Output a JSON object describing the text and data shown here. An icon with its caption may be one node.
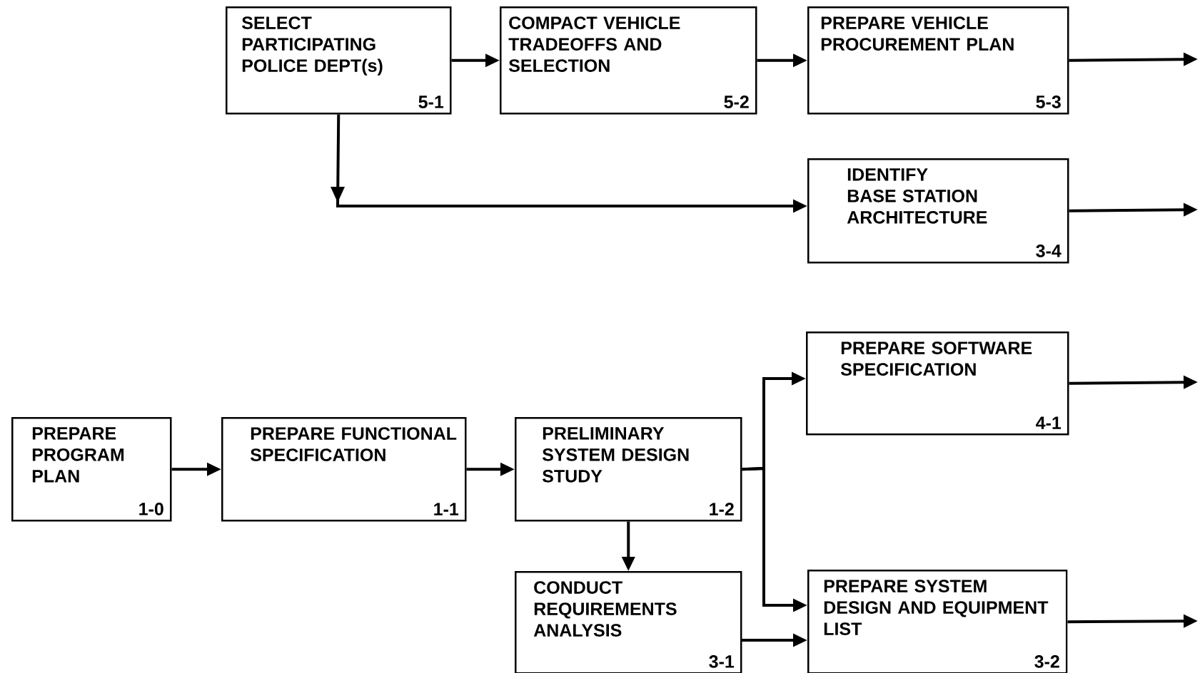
{
  "diagram": {
    "nodes": [
      {
        "text": [
          "SELECT PARTICIPATING POLICE DEPT(s)",
          "5-1"
        ]
      },
      {
        "text": [
          "COMPACT VEHICLE TRADEOFFS AND SELECTION",
          "5-2"
        ]
      },
      {
        "text": [
          "PREPARE VEHICLE PROCUREMENT PLAN",
          "5-3"
        ]
      },
      {
        "text": [
          "IDENTIFY BASE STATION ARCHITECTURE",
          "3-4"
        ]
      },
      {
        "text": [
          "PREPARE SOFTWARE SPECIFICATION",
          "4-1"
        ]
      },
      {
        "text": [
          "PREPARE PROGRAM PLAN",
          "1-0"
        ]
      },
      {
        "text": [
          "PREPARE FUNCTIONAL SPECIFICATION",
          "1-1"
        ]
      },
      {
        "text": [
          "PRELIMINARY SYSTEM DESIGN STUDY",
          "1-2"
        ]
      },
      {
        "text": [
          "CONDUCT REQUIREMENTS ANALYSIS",
          "3-1"
        ]
      },
      {
        "text": [
          "PREPARE SYSTEM DESIGN AND EQUIPMENT LIST",
          "3-2"
        ]
      }
    ],
    "edges": [
      {
        "from": 0,
        "to": 1,
        "arrow": "to"
      },
      {
        "from": 1,
        "to": 2,
        "arrow": "to"
      },
      {
        "from": 2,
        "to": null,
        "arrow": "to"
      },
      {
        "from": 0,
        "to": 3,
        "arrow": "to"
      },
      {
        "from": 3,
        "to": null,
        "arrow": "to"
      },
      {
        "from": 5,
        "to": 6,
        "arrow": "to"
      },
      {
        "from": 6,
        "to": 7,
        "arrow": "to"
      },
      {
        "from": 7,
        "to": 4,
        "arrow": "to"
      },
      {
        "from": 7,
        "to": 9,
        "arrow": "to"
      },
      {
        "from": 7,
        "to": 8,
        "arrow": "to"
      },
      {
        "from": 8,
        "to": 9,
        "arrow": "to"
      },
      {
        "from": 4,
        "to": null,
        "arrow": "to"
      },
      {
        "from": 9,
        "to": null,
        "arrow": "to"
      }
    ]
  }
}
